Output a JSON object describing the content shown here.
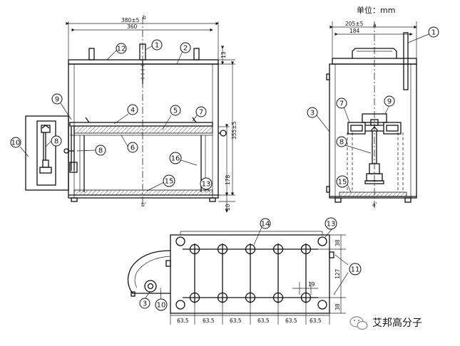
{
  "units": {
    "label": "单位：mm"
  },
  "watermark": {
    "text": "艾邦高分子"
  },
  "front_view": {
    "width_dims": [
      "380±5",
      "360"
    ],
    "centerline_top": "b",
    "centerline_bottom": "b'",
    "height_dims": [
      "13",
      "355±5",
      "178",
      "10"
    ],
    "balloons": [
      "12",
      "1",
      "2",
      "9",
      "4",
      "5",
      "7",
      "10",
      "8",
      "6",
      "8",
      "16",
      "15",
      "13"
    ]
  },
  "side_view": {
    "width_dims": [
      "205±5",
      "184"
    ],
    "centerline_top": "a",
    "centerline_bottom": "a'",
    "balloons": [
      "1",
      "3",
      "7",
      "9",
      "8",
      "15"
    ]
  },
  "plan_view": {
    "pitch_labels": [
      "63.5",
      "63.5",
      "63.5",
      "63.5",
      "63.5",
      "63.5"
    ],
    "right_dims": [
      "38",
      "127",
      "38"
    ],
    "hole_dim": "19",
    "balloons": [
      "14",
      "13",
      "11",
      "3",
      "10"
    ]
  }
}
